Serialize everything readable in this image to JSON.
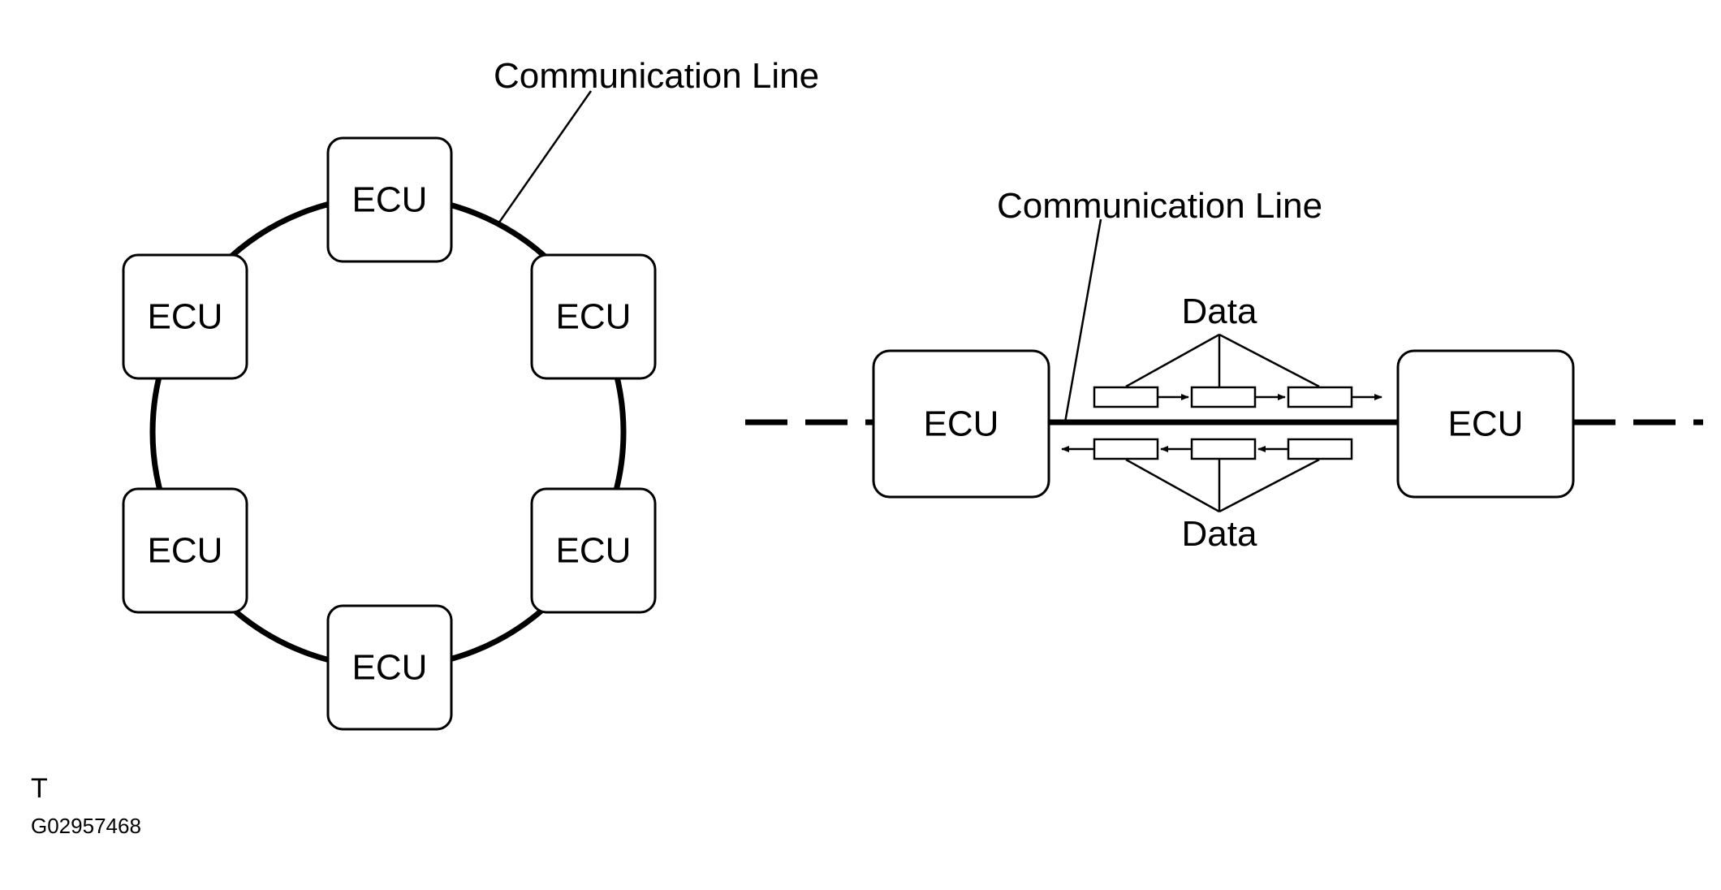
{
  "ring_network": {
    "leader_label": "Communication Line",
    "ecu_labels": [
      "ECU",
      "ECU",
      "ECU",
      "ECU",
      "ECU",
      "ECU"
    ]
  },
  "bus_network": {
    "leader_label": "Communication Line",
    "left_ecu_label": "ECU",
    "right_ecu_label": "ECU",
    "data_label_top": "Data",
    "data_label_bottom": "Data"
  },
  "footer": {
    "mark": "T",
    "figure_id": "G02957468"
  }
}
